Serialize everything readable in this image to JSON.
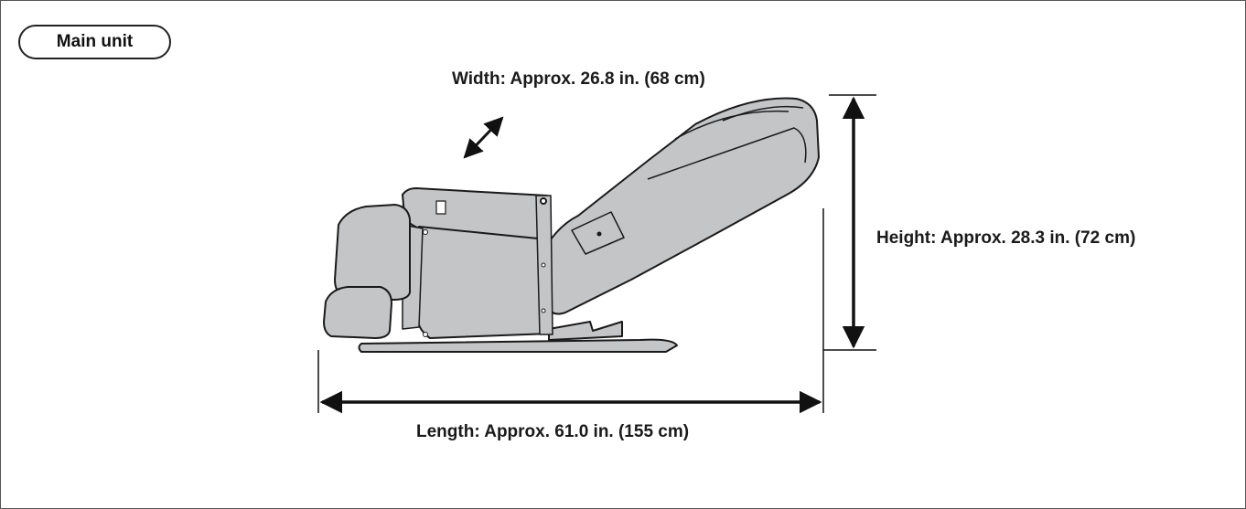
{
  "section_label": "Main unit",
  "dimensions": {
    "width": "Width: Approx. 26.8 in. (68 cm)",
    "height": "Height: Approx. 28.3 in. (72 cm)",
    "length": "Length: Approx. 61.0 in. (155 cm)"
  },
  "colors": {
    "chair_fill": "#c4c5c7",
    "outline": "#1a1a1a",
    "dimension_lines": "#111111"
  },
  "icons": [
    "massage-chair-side-view",
    "double-arrow-icon"
  ]
}
